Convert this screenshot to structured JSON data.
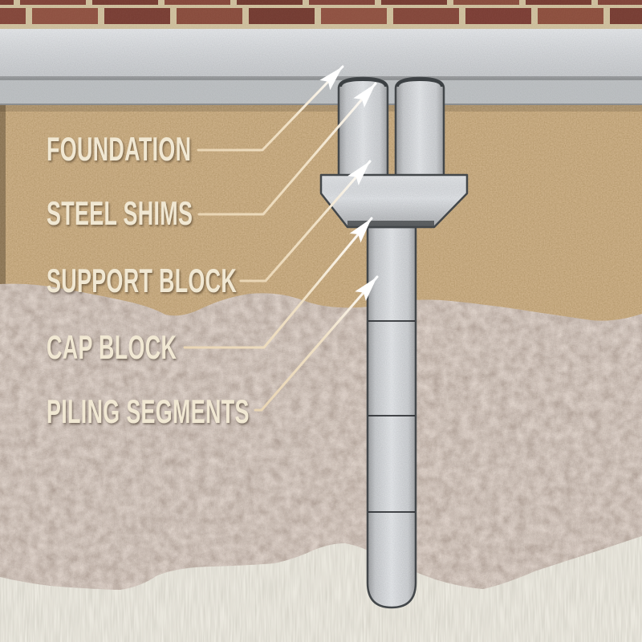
{
  "labels": [
    {
      "id": "foundation",
      "text": "FOUNDATION"
    },
    {
      "id": "steel-shims",
      "text": "STEEL SHIMS"
    },
    {
      "id": "support-block",
      "text": "SUPPORT BLOCK"
    },
    {
      "id": "cap-block",
      "text": "CAP BLOCK"
    },
    {
      "id": "piling-segments",
      "text": "PILING SEGMENTS"
    }
  ],
  "colors": {
    "label_text": "#f1e8d3",
    "leader_line": "#e9d5b4",
    "arrowhead": "#ffffff",
    "brick": "#7d392b",
    "mortar": "#d0bf99",
    "concrete_slab": "#aab0b5",
    "stem_wall_band": "#7a7e81",
    "soil": "#8a6233",
    "gravel_layer": "#a98d7a",
    "bedrock_layer": "#c4bfad",
    "concrete_elements": "#b2b6b9",
    "outline": "#43474a"
  }
}
